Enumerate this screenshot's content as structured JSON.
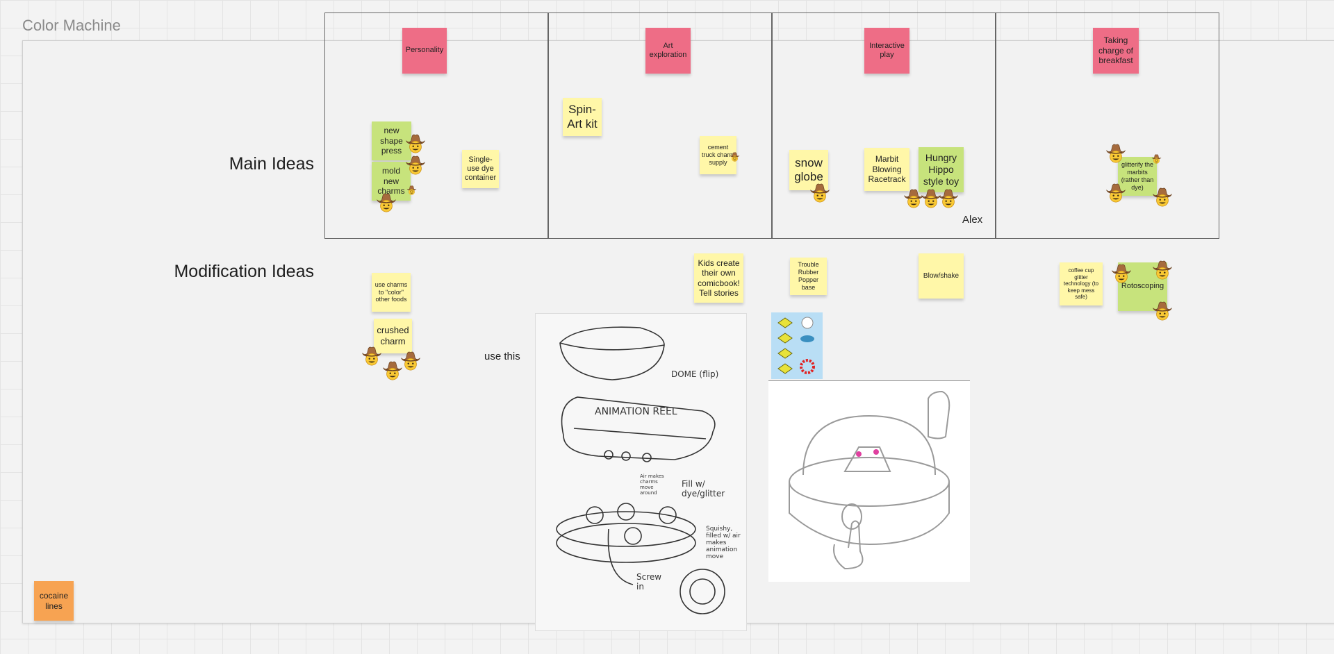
{
  "board": {
    "frame_title": "Color Machine",
    "row_labels": {
      "main": "Main Ideas",
      "modification": "Modification Ideas"
    },
    "annotations": {
      "alex": "Alex",
      "use_this": "use this"
    }
  },
  "columns": [
    {
      "header": "Personality"
    },
    {
      "header": "Art exploration"
    },
    {
      "header": "Interactive play"
    },
    {
      "header": "Taking charge of breakfast"
    }
  ],
  "stickies": {
    "new_shape_press": "new shape press",
    "mold_new_charms": "mold new charms",
    "single_use_dye": "Single-use dye container",
    "spin_art": "Spin-Art kit",
    "cement_truck": "cement truck charm supply",
    "snow_globe": "snow globe",
    "marbit_racetrack": "Marbit Blowing Racetrack",
    "hungry_hippo": "Hungry Hippo style toy",
    "glitterify": "glitterify the marbits (rather than dye)",
    "use_charms_color": "use charms to \"color\" other foods",
    "crushed_charm": "crushed charm",
    "kids_comicbook": "Kids create their own comicbook! Tell stories",
    "trouble_popper": "Trouble Rubber Popper base",
    "blow_shake": "Blow/shake",
    "coffee_cup": "coffee cup glitter technology (to keep mess safe)",
    "rotoscoping": "Rotoscoping",
    "cocaine_lines": "cocaine lines"
  },
  "sketch_labels": {
    "dome": "DOME (flip)",
    "animation_reel": "ANIMATION REEL",
    "fill": "Fill w/ dye/glitter",
    "air_makes": "Air makes charms move around",
    "squishy": "Squishy, filled w/ air makes animation move",
    "screw_in": "Screw in"
  },
  "colors": {
    "pink": "#ee6d86",
    "yellow": "#fff7a8",
    "green": "#c7e37c",
    "orange": "#f7a352",
    "grid": "#e4e4e4"
  },
  "icons": {
    "vote": "cowboy-emoji-icon"
  }
}
